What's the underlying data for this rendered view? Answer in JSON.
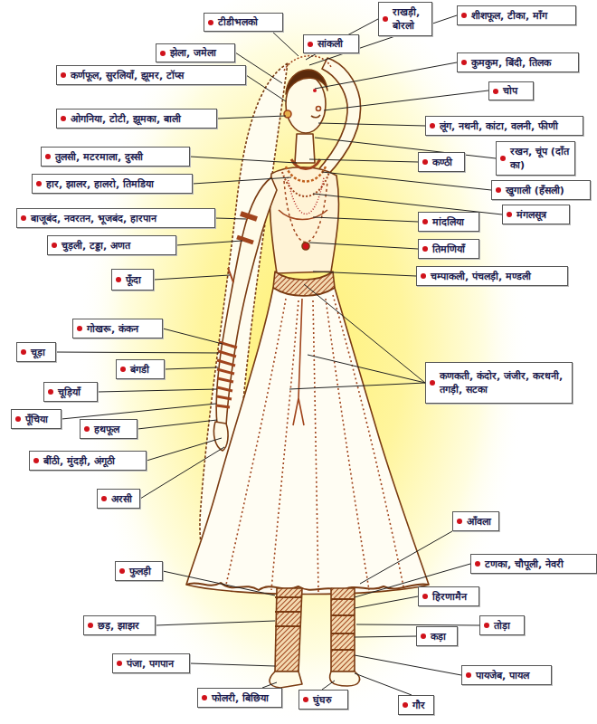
{
  "diagram": {
    "nodes": [
      {
        "text": [
          "राखड़ी, बोरलो"
        ]
      },
      {
        "text": [
          "शीशफूल, टीका, मॉंग"
        ]
      },
      {
        "text": [
          "टीडीभलको"
        ]
      },
      {
        "text": [
          "सांकली"
        ]
      },
      {
        "text": [
          "झेला, जमेला"
        ]
      },
      {
        "text": [
          "कुमकुम, बिंदी, तिलक"
        ]
      },
      {
        "text": [
          "कर्णफूल, सुरलियाँ, झूमर, टॉप्स"
        ]
      },
      {
        "text": [
          "चोप"
        ]
      },
      {
        "text": [
          "ओगनिया, टोटी, झूमका, बाली"
        ]
      },
      {
        "text": [
          "लूंग, नथनी, कांटा, वलनी, फीणी"
        ]
      },
      {
        "text": [
          "रखन, चूंप (दाँत का)"
        ]
      },
      {
        "text": [
          "तुलसी, मटरमाला, दुस्सी"
        ]
      },
      {
        "text": [
          "कण्ठी"
        ]
      },
      {
        "text": [
          "हार, झालर, हालरो, तिमडिया"
        ]
      },
      {
        "text": [
          "खुगाली (हँसली)"
        ]
      },
      {
        "text": [
          "मंगलसूत्र"
        ]
      },
      {
        "text": [
          "बाजूबंद, नवरतन, भूजबंद, हारपान"
        ]
      },
      {
        "text": [
          "मांदलिया"
        ]
      },
      {
        "text": [
          "चुड़ली, टड्डा, अणत"
        ]
      },
      {
        "text": [
          "तिमणियाँ"
        ]
      },
      {
        "text": [
          "चम्पाकली, पंचलड़ी, मण्डली"
        ]
      },
      {
        "text": [
          "फूँदा"
        ]
      },
      {
        "text": [
          "गोखरू, कंकन"
        ]
      },
      {
        "text": [
          "चूड़ा"
        ]
      },
      {
        "text": [
          "बंगडी"
        ]
      },
      {
        "text": [
          "कणकती, कंदोर, जंजीर, करधनी, तगड़ी, सटका"
        ]
      },
      {
        "text": [
          "चूड़ियाँ"
        ]
      },
      {
        "text": [
          "पूँचिया"
        ]
      },
      {
        "text": [
          "हथफूल"
        ]
      },
      {
        "text": [
          "बींठी, मुंदड़ी, अंगूठी"
        ]
      },
      {
        "text": [
          "अरसी"
        ]
      },
      {
        "text": [
          "आँवला"
        ]
      },
      {
        "text": [
          "टणका, चौपूली, नेवरी"
        ]
      },
      {
        "text": [
          "फुलड़ी"
        ]
      },
      {
        "text": [
          "हिरणामैन"
        ]
      },
      {
        "text": [
          "छड़, झाझर"
        ]
      },
      {
        "text": [
          "तोड़ा"
        ]
      },
      {
        "text": [
          "कड़ा"
        ]
      },
      {
        "text": [
          "पंजा, पगपान"
        ]
      },
      {
        "text": [
          "पायजेब, पायल"
        ]
      },
      {
        "text": [
          "फोलरी, बिछिया"
        ]
      },
      {
        "text": [
          "घुंघरु"
        ]
      },
      {
        "text": [
          "गौर"
        ]
      }
    ]
  }
}
